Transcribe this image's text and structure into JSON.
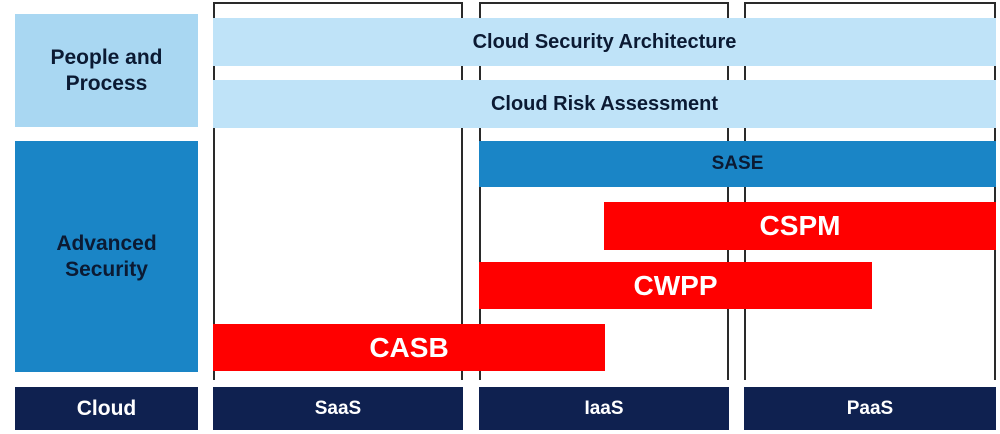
{
  "rows": {
    "people": "People and\nProcess",
    "advanced": "Advanced\nSecurity",
    "cloud": "Cloud"
  },
  "bars": {
    "architecture": "Cloud Security Architecture",
    "risk": "Cloud Risk Assessment",
    "sase": "SASE",
    "cspm": "CSPM",
    "cwpp": "CWPP",
    "casb": "CASB"
  },
  "columns": [
    "SaaS",
    "IaaS",
    "PaaS"
  ],
  "colors": {
    "light_blue": "#bfe3f8",
    "label_light_blue": "#a9d7f2",
    "mid_blue": "#1a85c6",
    "navy": "#0f2150",
    "red": "#ff0000"
  }
}
